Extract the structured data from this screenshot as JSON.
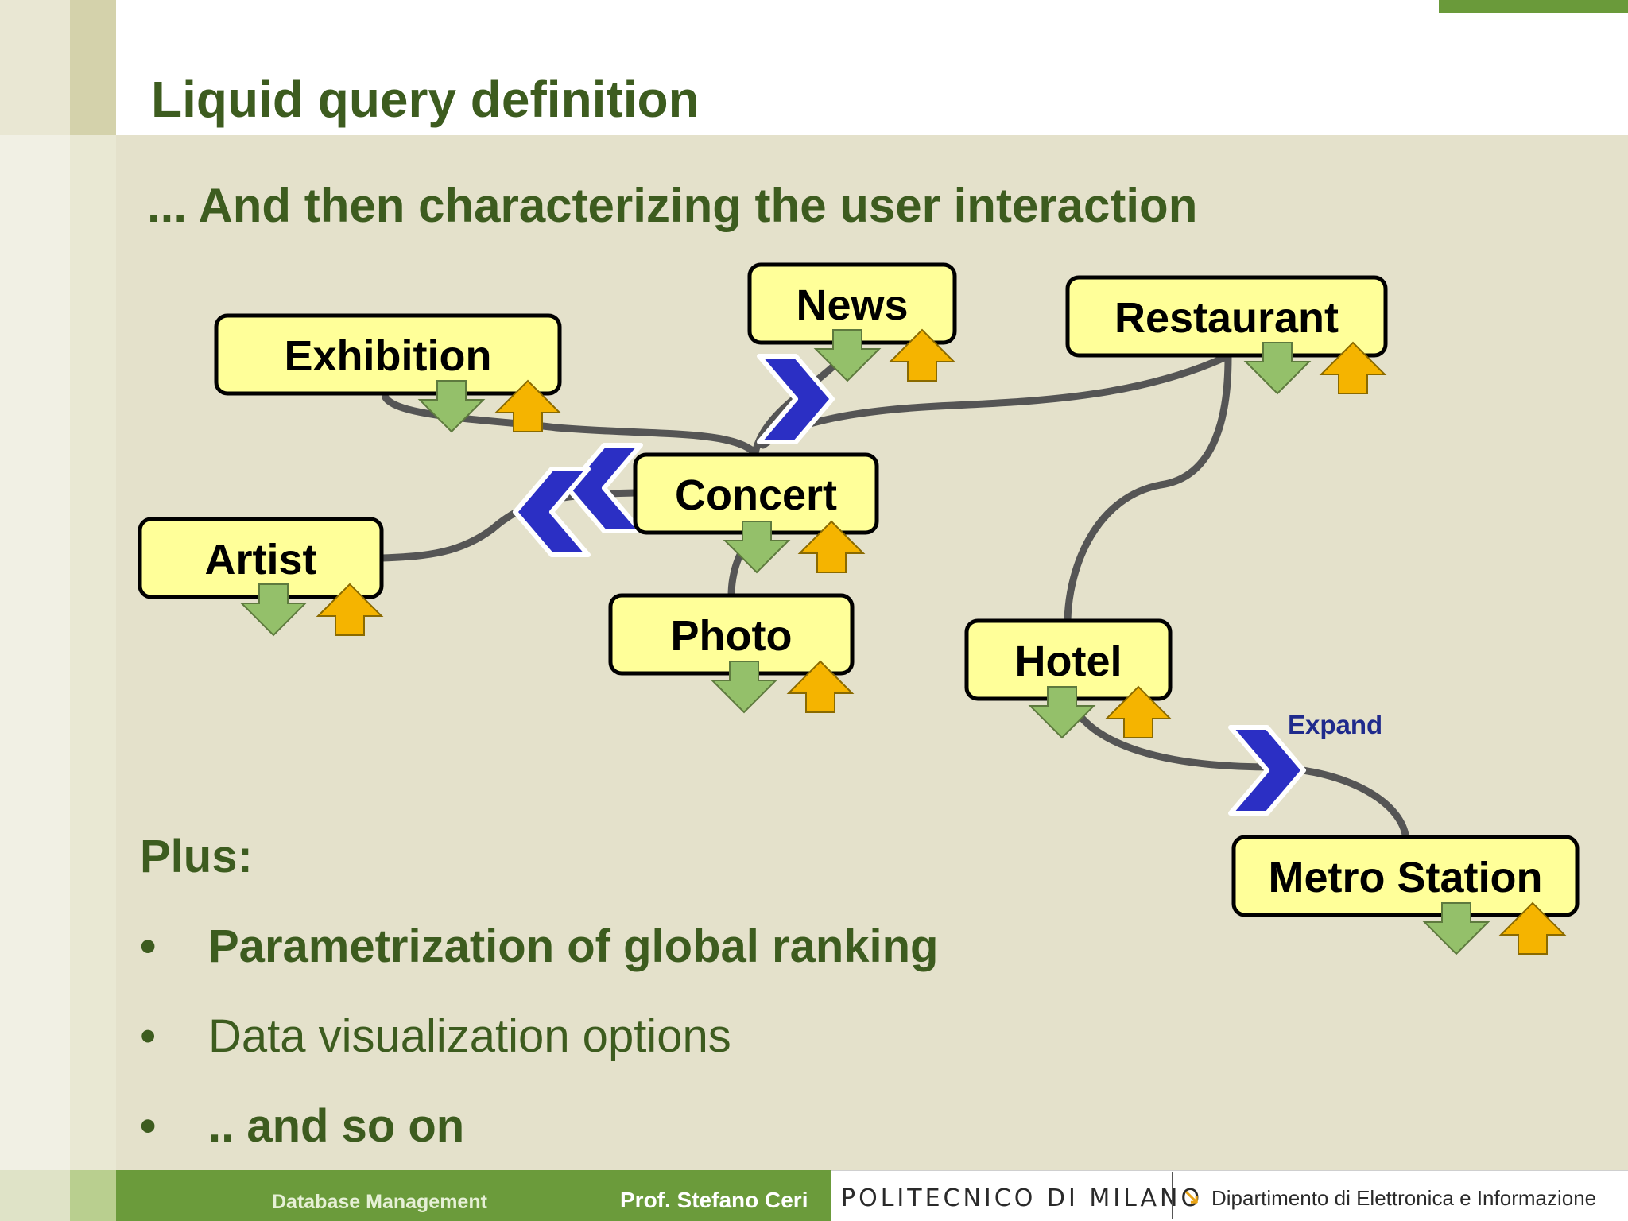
{
  "slide": {
    "title": "Liquid query definition",
    "subtitle": "... And then characterizing the user interaction"
  },
  "diagram": {
    "nodes": {
      "news": "News",
      "restaurant": "Restaurant",
      "exhibition": "Exhibition",
      "concert": "Concert",
      "artist": "Artist",
      "photo": "Photo",
      "hotel": "Hotel",
      "metro": "Metro Station"
    },
    "expand_label": "Expand",
    "icons": {
      "down": "green-down-arrow-icon",
      "up": "orange-up-arrow-icon",
      "expand": "blue-chevron-icon"
    },
    "colors": {
      "node_fill": "#ffff99",
      "down_arrow": "#94c06a",
      "up_arrow": "#f5b400",
      "chevron": "#2b2fc4",
      "edge": "#555555"
    }
  },
  "plus": {
    "label": "Plus:",
    "bullets": [
      {
        "text": "Parametrization of global ranking",
        "bold": true
      },
      {
        "text": "Data visualization options",
        "bold": false
      },
      {
        "text": ".. and so on",
        "bold": true
      }
    ]
  },
  "footer": {
    "course": "Database Management",
    "author": "Prof. Stefano Ceri",
    "institution": "POLITECNICO DI MILANO",
    "department": "Dipartimento di Elettronica e Informazione"
  }
}
